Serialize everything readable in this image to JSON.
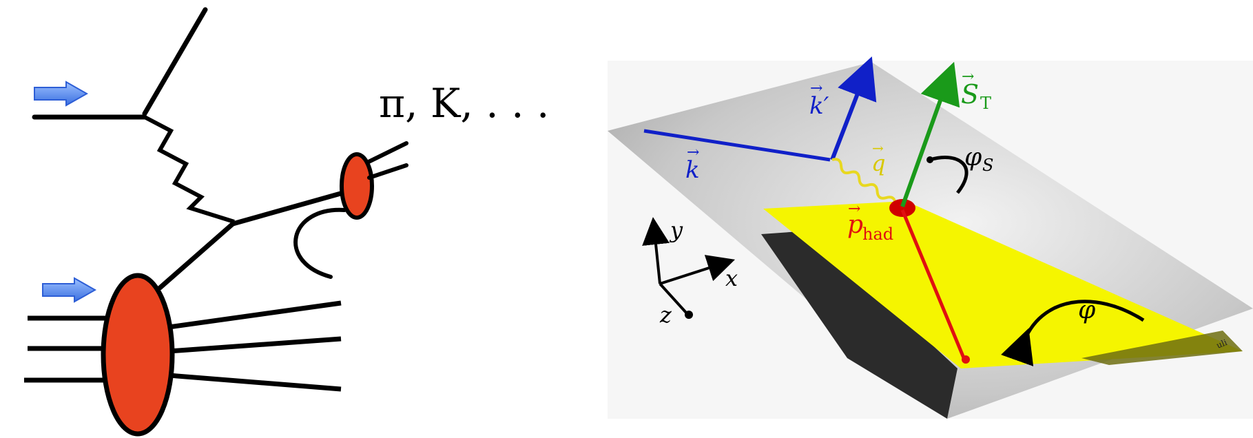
{
  "feynman": {
    "hadron_label": "π, K, . . ."
  },
  "sidis": {
    "k": "k",
    "k_prime": "k′",
    "q": "q",
    "S": "S",
    "T": "T",
    "p": "p",
    "had": "had",
    "phi_S_phi": "φ",
    "phi_S_sub": "S",
    "phi": "φ",
    "axis_x": "x",
    "axis_y": "y",
    "axis_z": "z",
    "plane_mark": "uli"
  },
  "colors": {
    "beam_arrow": "#5b8ff0",
    "blob": "#e8431f",
    "lepton": "#1020c8",
    "photon": "#e8d820",
    "spin": "#1a9a1a",
    "hadron": "#e01010",
    "hadron_plane": "#f5f500",
    "lepton_plane": "#b8b8b8"
  }
}
